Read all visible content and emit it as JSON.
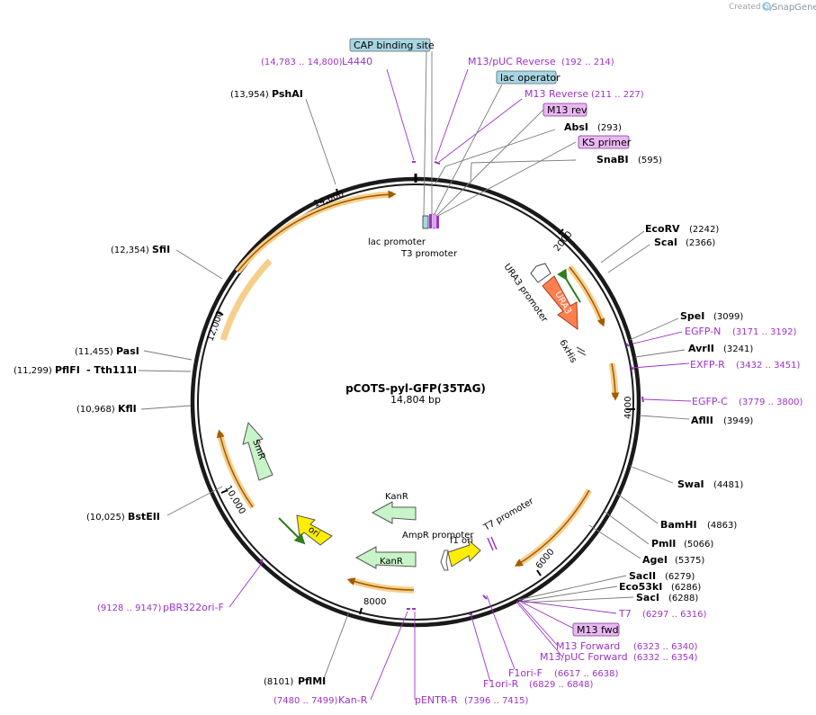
{
  "credit": {
    "prefix": "Created by",
    "brand": "SnapGene"
  },
  "plasmid": {
    "name": "pCOTS-pyl-GFP(35TAG)",
    "size": "14,804 bp"
  },
  "ticks": [
    "14,000",
    "2000",
    "4000",
    "6000",
    "8000",
    "10,000",
    "12,000"
  ],
  "boxed_labels": {
    "cap": "CAP binding site",
    "lac_operator": "lac operator",
    "m13_rev": "M13 rev",
    "ks_primer": "KS primer",
    "m13_fwd": "M13 fwd"
  },
  "enzymes": {
    "pshai": {
      "name": "PshAI",
      "pos": "(13,954)"
    },
    "absi": {
      "name": "AbsI",
      "pos": "(293)"
    },
    "snabi": {
      "name": "SnaBI",
      "pos": "(595)"
    },
    "ecorv": {
      "name": "EcoRV",
      "pos": "(2242)"
    },
    "scai": {
      "name": "ScaI",
      "pos": "(2366)"
    },
    "spei": {
      "name": "SpeI",
      "pos": "(3099)"
    },
    "avrii": {
      "name": "AvrII",
      "pos": "(3241)"
    },
    "aflii": {
      "name": "AflII",
      "pos": "(3949)"
    },
    "swai": {
      "name": "SwaI",
      "pos": "(4481)"
    },
    "bamhi": {
      "name": "BamHI",
      "pos": "(4863)"
    },
    "pmli": {
      "name": "PmlI",
      "pos": "(5066)"
    },
    "agei": {
      "name": "AgeI",
      "pos": "(5375)"
    },
    "sacii": {
      "name": "SacII",
      "pos": "(6279)"
    },
    "eco53ki": {
      "name": "Eco53kI",
      "pos": "(6286)"
    },
    "saci": {
      "name": "SacI",
      "pos": "(6288)"
    },
    "pflmi": {
      "name": "PflMI",
      "pos": "(8101)"
    },
    "bsteii": {
      "name": "BstEII",
      "pos": "(10,025)"
    },
    "kfli": {
      "name": "KflI",
      "pos": "(10,968)"
    },
    "pflfi": {
      "name": "PflFI",
      "name2": "- Tth111I",
      "pos": "(11,299)"
    },
    "pasi": {
      "name": "PasI",
      "pos": "(11,455)"
    },
    "sfii": {
      "name": "SfiI",
      "pos": "(12,354)"
    }
  },
  "primers": {
    "l4440": {
      "name": "L4440",
      "range": "(14,783 .. 14,800)"
    },
    "m13puc_rev": {
      "name": "M13/pUC Reverse",
      "range": "(192 .. 214)"
    },
    "m13_reverse": {
      "name": "M13 Reverse",
      "range": "(211 .. 227)"
    },
    "egfp_n": {
      "name": "EGFP-N",
      "range": "(3171 .. 3192)"
    },
    "exfp_r": {
      "name": "EXFP-R",
      "range": "(3432 .. 3451)"
    },
    "egfp_c": {
      "name": "EGFP-C",
      "range": "(3779 .. 3800)"
    },
    "t7": {
      "name": "T7",
      "range": "(6297 .. 6316)"
    },
    "m13_forward": {
      "name": "M13 Forward",
      "range": "(6323 .. 6340)"
    },
    "m13puc_fwd": {
      "name": "M13/pUC Forward",
      "range": "(6332 .. 6354)"
    },
    "f1ori_f": {
      "name": "F1ori-F",
      "range": "(6617 .. 6638)"
    },
    "f1ori_r": {
      "name": "F1ori-R",
      "range": "(6829 .. 6848)"
    },
    "pentr_r": {
      "name": "pENTR-R",
      "range": "(7396 .. 7415)"
    },
    "kan_r": {
      "name": "Kan-R",
      "range": "(7480 .. 7499)"
    },
    "pbr322ori_f": {
      "name": "pBR322ori-F",
      "range": "(9128 .. 9147)"
    }
  },
  "features": {
    "lac_promoter": "lac promoter",
    "t3_promoter": "T3 promoter",
    "ura3_promoter": "URA3 promoter",
    "ura3": "URA3",
    "his6": "6xHis",
    "t7_promoter": "T7 promoter",
    "f1_ori": "f1 ori",
    "ampr_promoter": "AmpR promoter",
    "kanr_top": "KanR",
    "kanr_bottom": "KanR",
    "ori": "ori",
    "smr": "SmR"
  },
  "colors": {
    "backbone": "#1a1a1a",
    "orf_glow": "#f6cf8c",
    "orf_arrow": "#a05a00",
    "primer": "#9b33c7",
    "promoter_box": "#ffffff",
    "marker_green": "#c8f5c8",
    "ori_yellow": "#ffee00",
    "ura3": "#ff7f50",
    "box_blue": "#a8d5e2",
    "box_purple": "#e9b8f2"
  }
}
